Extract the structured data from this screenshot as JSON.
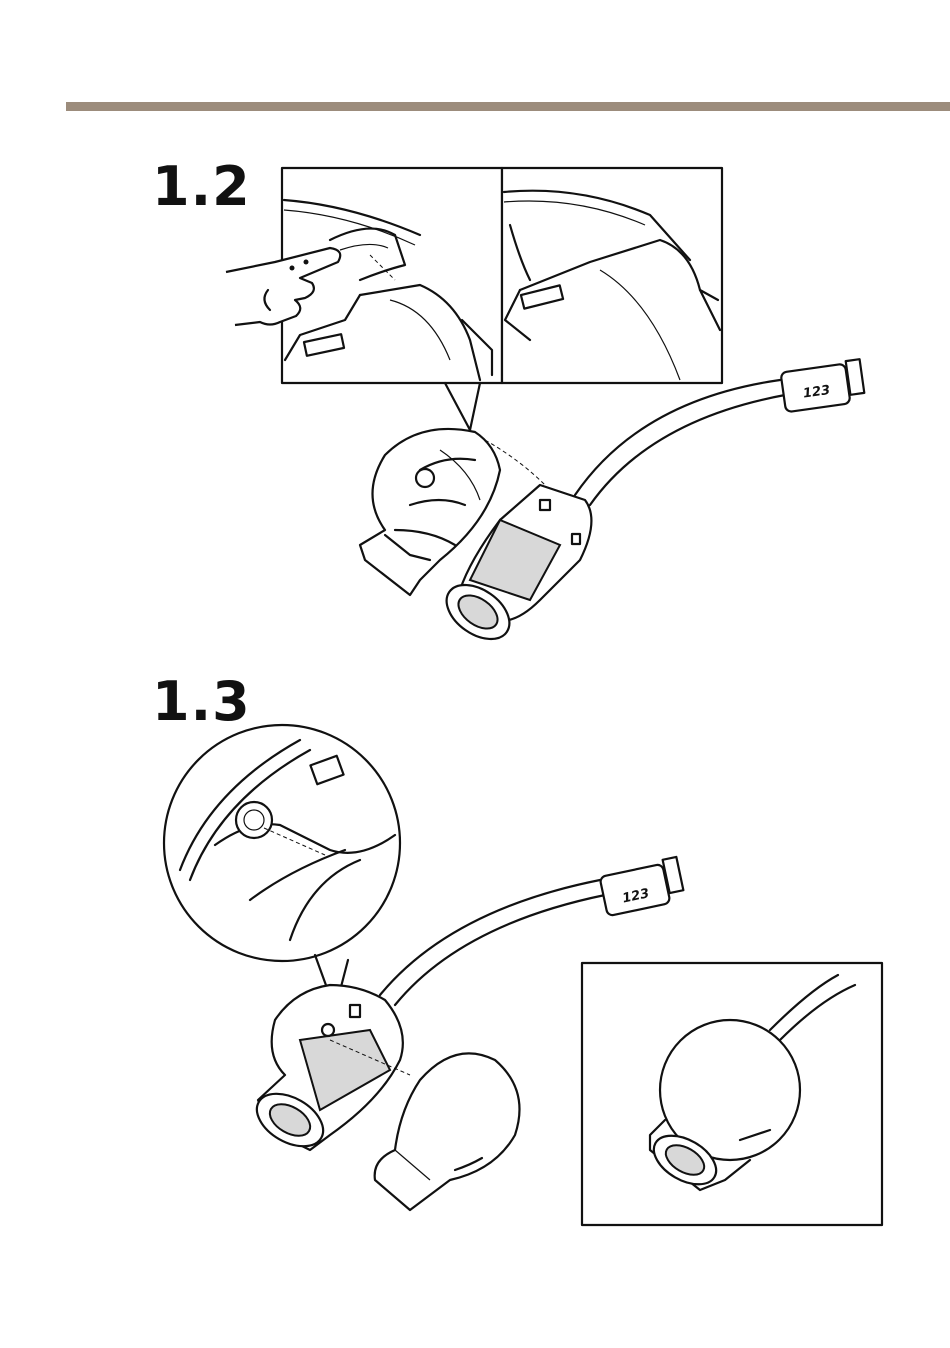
{
  "steps": [
    {
      "number": "1.2"
    },
    {
      "number": "1.3"
    }
  ],
  "illustration": {
    "cable_label_a": "123",
    "cable_label_b": "123"
  },
  "colors": {
    "header_rule": "#9c8c7c",
    "ink": "#111111"
  }
}
